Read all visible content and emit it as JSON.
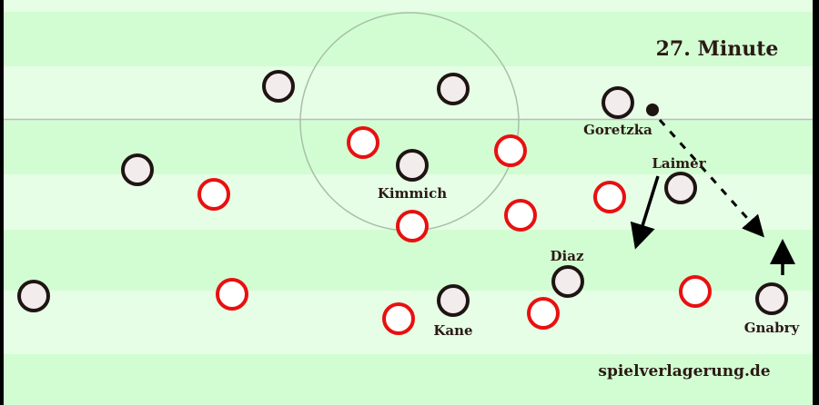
{
  "title": "27. Minute",
  "watermark": "spielverlagerung.de",
  "colors": {
    "stripe_light": "#e6fde6",
    "stripe_dark": "#d2fdd2",
    "team_red": "#e81010",
    "team_dark": "#1e1412"
  },
  "players": {
    "goretzka": "Goretzka",
    "laimer": "Laimer",
    "kimmich": "Kimmich",
    "diaz": "Diaz",
    "kane": "Kane",
    "gnabry": "Gnabry"
  }
}
